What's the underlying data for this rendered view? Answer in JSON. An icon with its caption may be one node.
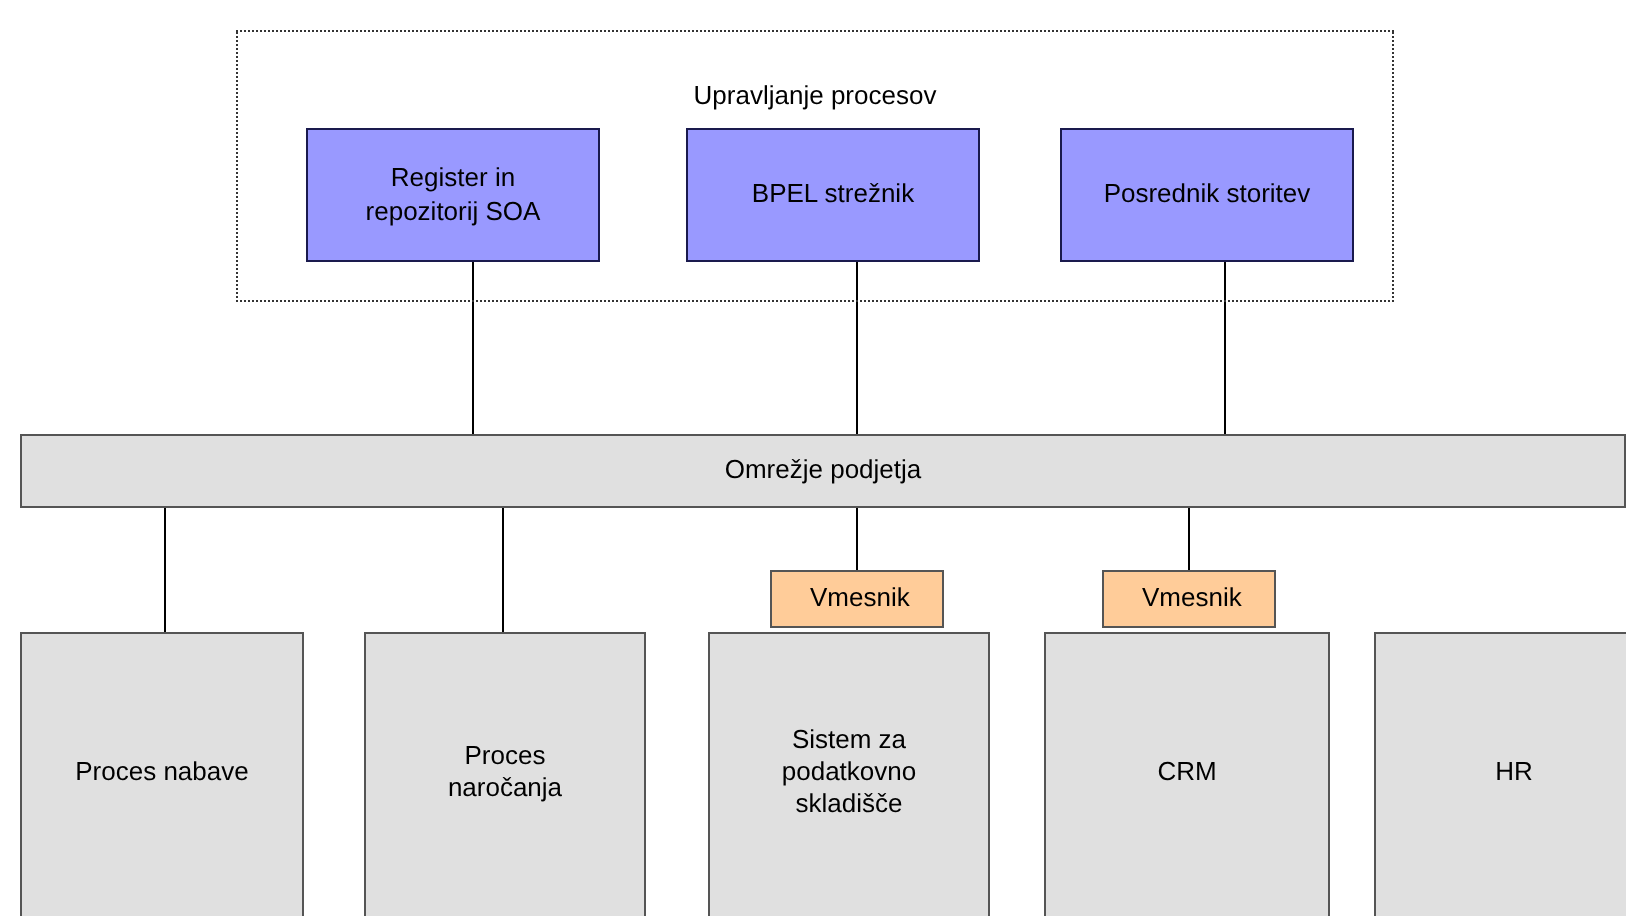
{
  "diagram": {
    "nodes": [
      {
        "text": [
          "Upravljanje procesov"
        ]
      },
      {
        "text": [
          "Register in repozitorij SOA"
        ],
        "in": 0
      },
      {
        "text": [
          "BPEL strežnik"
        ],
        "in": 0
      },
      {
        "text": [
          "Posrednik storitev"
        ],
        "in": 0
      },
      {
        "text": [
          "Omrežje podjetja"
        ]
      },
      {
        "text": [
          "Vmesnik"
        ]
      },
      {
        "text": [
          "Vmesnik"
        ]
      },
      {
        "text": [
          "Proces nabave"
        ]
      },
      {
        "text": [
          "Proces naročanja"
        ]
      },
      {
        "text": [
          "Sistem za podatkovno skladišče"
        ]
      },
      {
        "text": [
          "CRM"
        ]
      },
      {
        "text": [
          "HR"
        ]
      }
    ],
    "edges": [
      {
        "from": 1,
        "to": 4,
        "arrow": "none"
      },
      {
        "from": 2,
        "to": 4,
        "arrow": "none"
      },
      {
        "from": 3,
        "to": 4,
        "arrow": "none"
      },
      {
        "from": 4,
        "to": 7,
        "arrow": "none"
      },
      {
        "from": 4,
        "to": 8,
        "arrow": "none"
      },
      {
        "from": 4,
        "to": 5,
        "arrow": "none"
      },
      {
        "from": 4,
        "to": 6,
        "arrow": "none"
      }
    ]
  }
}
